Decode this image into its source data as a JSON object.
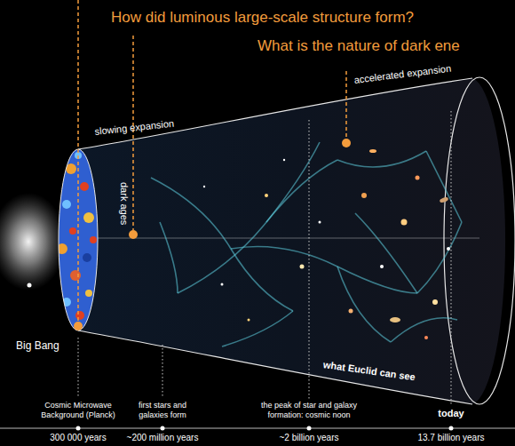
{
  "diagram": {
    "labels": [
      "How did luminous large-scale structure form?",
      "What is the nature of dark ene",
      "slowing expansion",
      "accelerated expansion",
      "dark ages",
      "Big Bang",
      "what Euclid can see",
      "Cosmic Microwave Background (Planck)",
      "first stars and galaxies form",
      "the peak of star and galaxy formation: cosmic noon",
      "today",
      "300 000 years",
      "~200 million years",
      "~2 billion years",
      "13.7 billion years"
    ]
  }
}
